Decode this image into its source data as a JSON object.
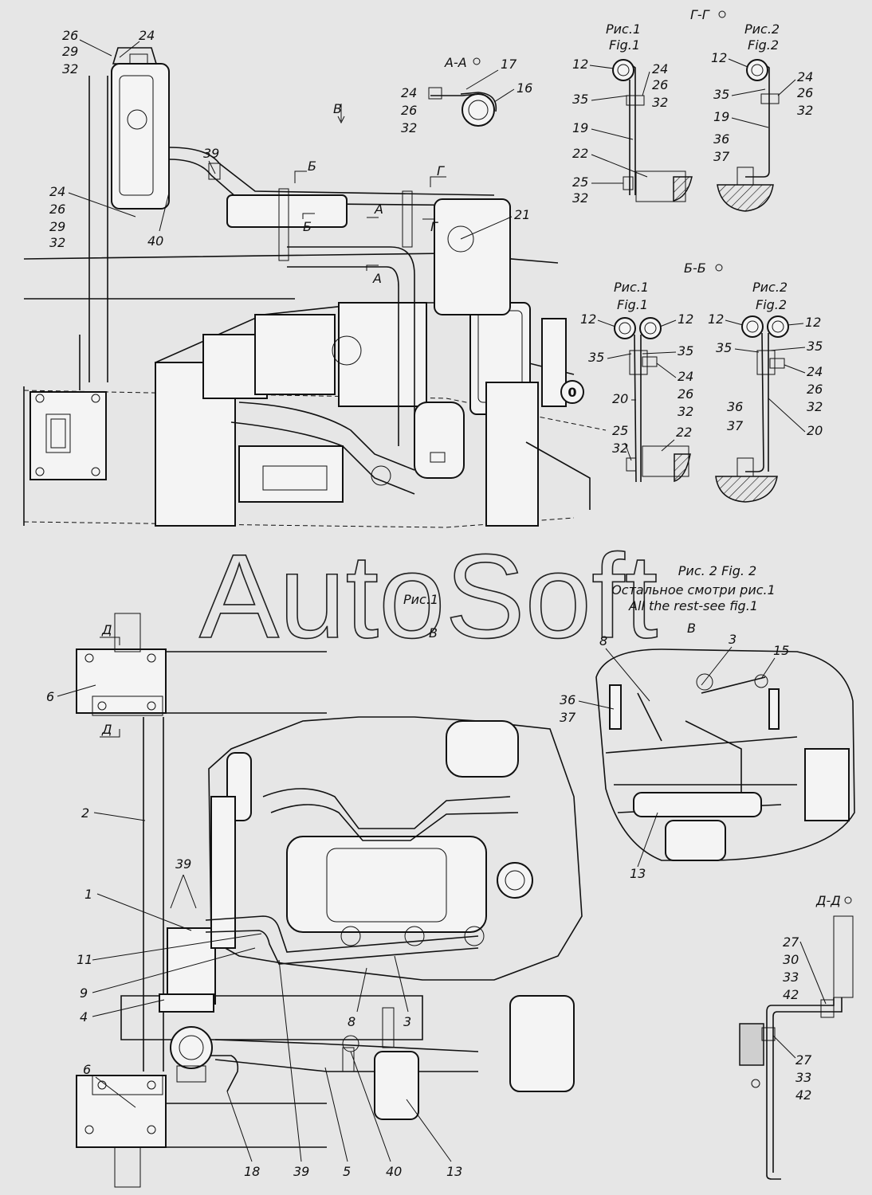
{
  "watermark": "AutoSoft",
  "views": {
    "section_aa": "А-А",
    "section_gg": "Г-Г",
    "section_bb": "Б-Б",
    "section_dd": "Д-Д",
    "view_v": "В",
    "zero_marker": "0"
  },
  "figure_captions": {
    "fig1_ru": "Рис.1",
    "fig1_en": "Fig.1",
    "fig2_ru": "Рис.2",
    "fig2_en": "Fig.2",
    "fig2_note_1": "Рис. 2 Fig. 2",
    "fig2_note_2": "Остальное смотри рис.1",
    "fig2_note_3": "All the rest-see fig.1"
  },
  "section_marks": {
    "v": "В",
    "b": "Б",
    "g": "Г",
    "a": "А",
    "d": "Д"
  },
  "callouts": {
    "top_left_tank": [
      "26",
      "29",
      "32",
      "24"
    ],
    "tank_lower": [
      "24",
      "26",
      "29",
      "32",
      "40"
    ],
    "top_hose": [
      "39",
      "21"
    ],
    "aa": [
      "17",
      "16",
      "24",
      "26",
      "32"
    ],
    "gg_fig1": [
      "12",
      "24",
      "26",
      "32",
      "35",
      "19",
      "22",
      "25",
      "32"
    ],
    "gg_fig2": [
      "12",
      "24",
      "26",
      "32",
      "35",
      "19",
      "36",
      "37"
    ],
    "bb_fig1": [
      "12",
      "12",
      "35",
      "35",
      "24",
      "26",
      "32",
      "20",
      "25",
      "32",
      "22"
    ],
    "bb_fig2": [
      "12",
      "12",
      "35",
      "35",
      "24",
      "26",
      "32",
      "20",
      "36",
      "37"
    ],
    "bottom_left": [
      "6",
      "2",
      "39",
      "1",
      "11",
      "9",
      "4",
      "6"
    ],
    "bottom_mid": [
      "8",
      "3"
    ],
    "bottom_row": [
      "18",
      "39",
      "5",
      "40",
      "13"
    ],
    "view_v": [
      "8",
      "3",
      "15",
      "36",
      "37",
      "13"
    ],
    "dd": [
      "27",
      "30",
      "33",
      "42",
      "27",
      "33",
      "42"
    ]
  }
}
